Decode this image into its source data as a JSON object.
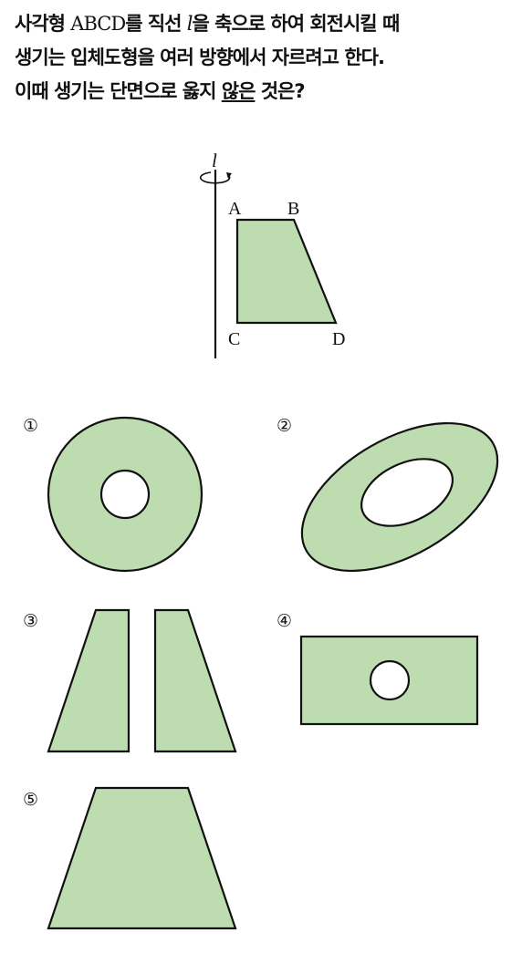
{
  "question": {
    "line1_a": "사각형 ",
    "line1_math": "ABCD",
    "line1_b": "를 직선 ",
    "line1_var": "l",
    "line1_c": "을 축으로 하여 회전시킬 때",
    "line2": "생기는 입체도형을 여러 방향에서 자르려고 한다.",
    "line3_a": "이때 생기는 단면으로 옳지 ",
    "line3_u": "않은",
    "line3_b": " 것은?"
  },
  "figure": {
    "axis_label": "l",
    "vertex_a": "A",
    "vertex_b": "B",
    "vertex_c": "C",
    "vertex_d": "D"
  },
  "choices": [
    {
      "number": "①"
    },
    {
      "number": "②"
    },
    {
      "number": "③"
    },
    {
      "number": "④"
    },
    {
      "number": "⑤"
    }
  ],
  "colors": {
    "fill": "#bddcb0",
    "stroke": "#111111"
  }
}
